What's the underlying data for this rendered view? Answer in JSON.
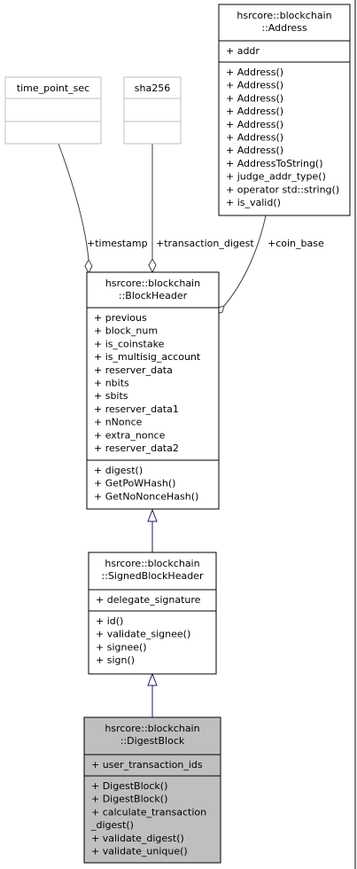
{
  "colors": {
    "box_stroke": "#000000",
    "box_fill": "#ffffff",
    "highlight_fill": "#bfbfbf",
    "faded_stroke": "#bfbfbf",
    "faded_text": "#000000",
    "inherit_edge": "#191970",
    "usage_edge": "#404040"
  },
  "classes": {
    "time_point_sec": {
      "title": [
        "time_point_sec"
      ],
      "attributes": [],
      "methods": []
    },
    "sha256": {
      "title": [
        "sha256"
      ],
      "attributes": [],
      "methods": []
    },
    "address": {
      "title": [
        "hsrcore::blockchain",
        "::Address"
      ],
      "attributes": [
        "+ addr"
      ],
      "methods": [
        "+ Address()",
        "+ Address()",
        "+ Address()",
        "+ Address()",
        "+ Address()",
        "+ Address()",
        "+ Address()",
        "+ AddressToString()",
        "+ judge_addr_type()",
        "+ operator std::string()",
        "+ is_valid()"
      ]
    },
    "block_header": {
      "title": [
        "hsrcore::blockchain",
        "::BlockHeader"
      ],
      "attributes": [
        "+ previous",
        "+ block_num",
        "+ is_coinstake",
        "+ is_multisig_account",
        "+ reserver_data",
        "+ nbits",
        "+ sbits",
        "+ reserver_data1",
        "+ nNonce",
        "+ extra_nonce",
        "+ reserver_data2"
      ],
      "methods": [
        "+ digest()",
        "+ GetPoWHash()",
        "+ GetNoNonceHash()"
      ]
    },
    "signed_block_header": {
      "title": [
        "hsrcore::blockchain",
        "::SignedBlockHeader"
      ],
      "attributes": [
        "+ delegate_signature"
      ],
      "methods": [
        "+ id()",
        "+ validate_signee()",
        "+ signee()",
        "+ sign()"
      ]
    },
    "digest_block": {
      "title": [
        "hsrcore::blockchain",
        "::DigestBlock"
      ],
      "attributes": [
        "+ user_transaction_ids"
      ],
      "methods": [
        "+ DigestBlock()",
        "+ DigestBlock()",
        "+ calculate_transaction",
        "_digest()",
        "+ validate_digest()",
        "+ validate_unique()"
      ]
    }
  },
  "edge_labels": {
    "timestamp": "+timestamp",
    "transaction_digest": "+transaction_digest",
    "coin_base": "+coin_base"
  }
}
